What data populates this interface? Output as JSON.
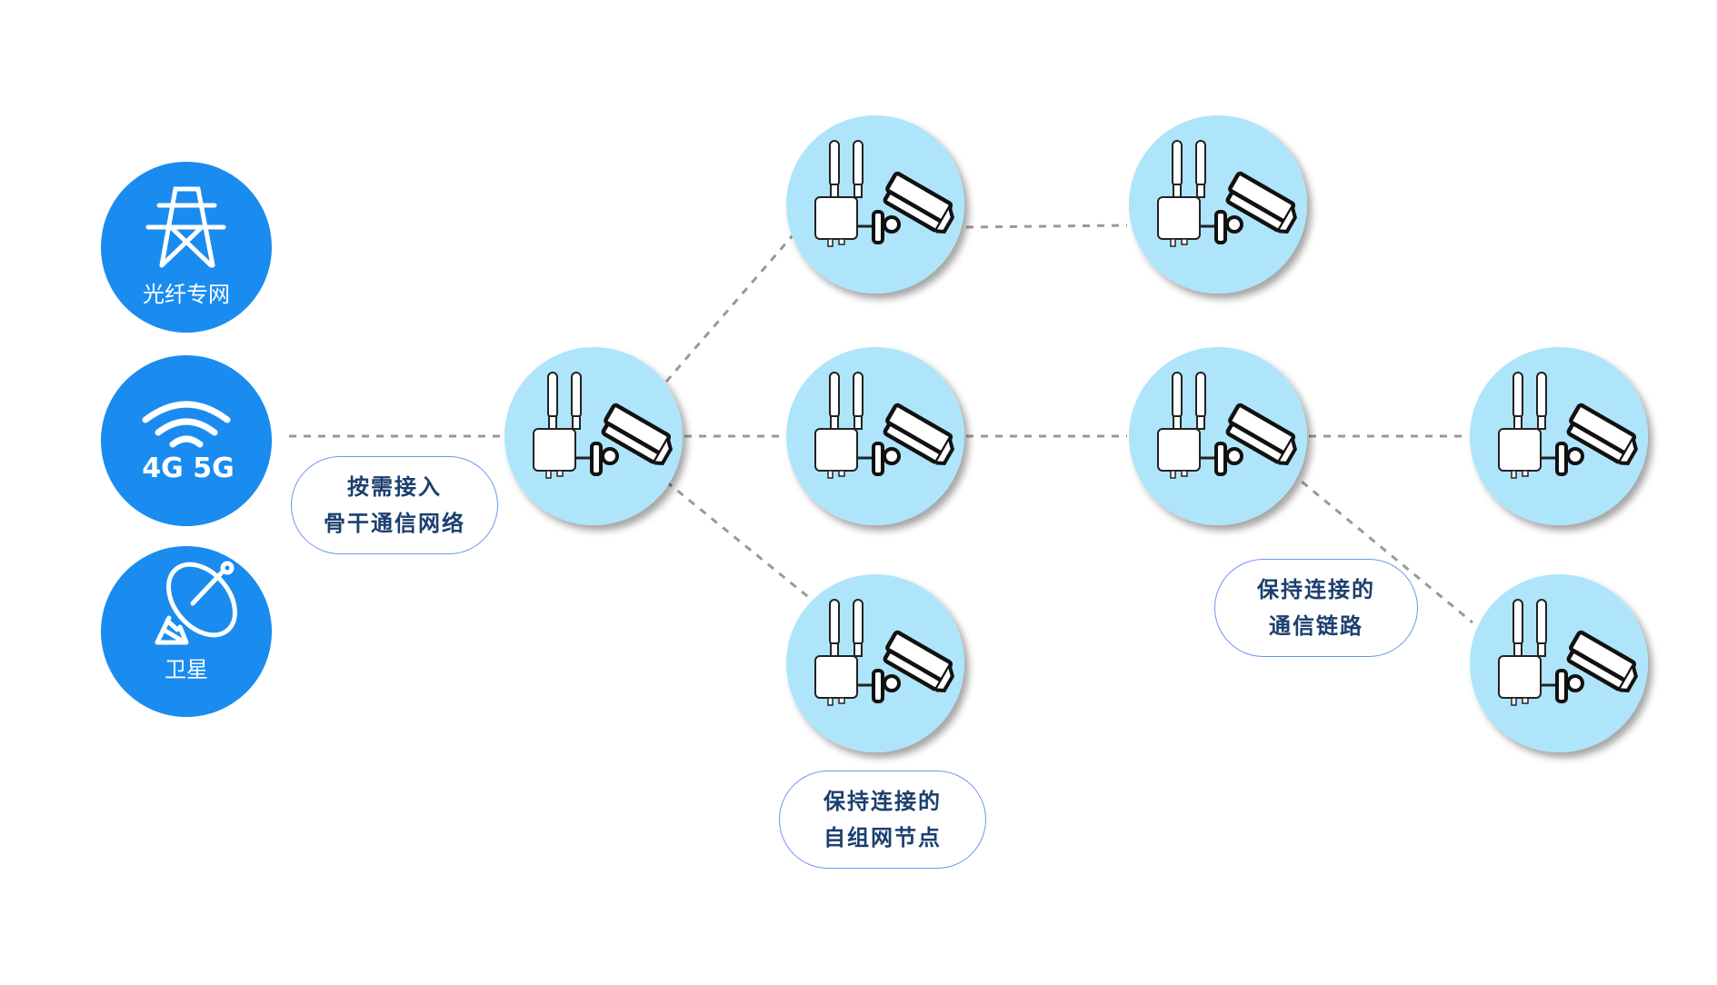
{
  "sources": [
    {
      "id": "fiber",
      "label": "光纤专网",
      "icon": "power-tower-icon"
    },
    {
      "id": "cellular",
      "label": "4G 5G",
      "icon": "wifi-signal-icon"
    },
    {
      "id": "satellite",
      "label": "卫星",
      "icon": "satellite-dish-icon"
    }
  ],
  "nodes": [
    {
      "id": "hub",
      "icon": "router-camera-icon"
    },
    {
      "id": "c2-top",
      "icon": "router-camera-icon"
    },
    {
      "id": "c2-mid",
      "icon": "router-camera-icon"
    },
    {
      "id": "c2-bot",
      "icon": "router-camera-icon"
    },
    {
      "id": "c3-top",
      "icon": "router-camera-icon"
    },
    {
      "id": "c3-mid",
      "icon": "router-camera-icon"
    },
    {
      "id": "c4-mid",
      "icon": "router-camera-icon"
    },
    {
      "id": "c4-bot",
      "icon": "router-camera-icon"
    }
  ],
  "links": [
    [
      "sources",
      "hub"
    ],
    [
      "hub",
      "c2-top"
    ],
    [
      "hub",
      "c2-mid"
    ],
    [
      "hub",
      "c2-bot"
    ],
    [
      "c2-top",
      "c3-top"
    ],
    [
      "c2-mid",
      "c3-mid"
    ],
    [
      "c3-mid",
      "c4-mid"
    ],
    [
      "c3-mid",
      "c4-bot"
    ]
  ],
  "callouts": {
    "backbone": {
      "line1": "按需接入",
      "line2": "骨干通信网络"
    },
    "nodes": {
      "line1": "保持连接的",
      "line2": "自组网节点"
    },
    "links": {
      "line1": "保持连接的",
      "line2": "通信链路"
    }
  },
  "colors": {
    "source_circle": "#1a8cf0",
    "node_circle": "#aee5fb",
    "link": "#999999",
    "callout_border": "#6f95f0",
    "callout_text": "#1b3f6e"
  }
}
